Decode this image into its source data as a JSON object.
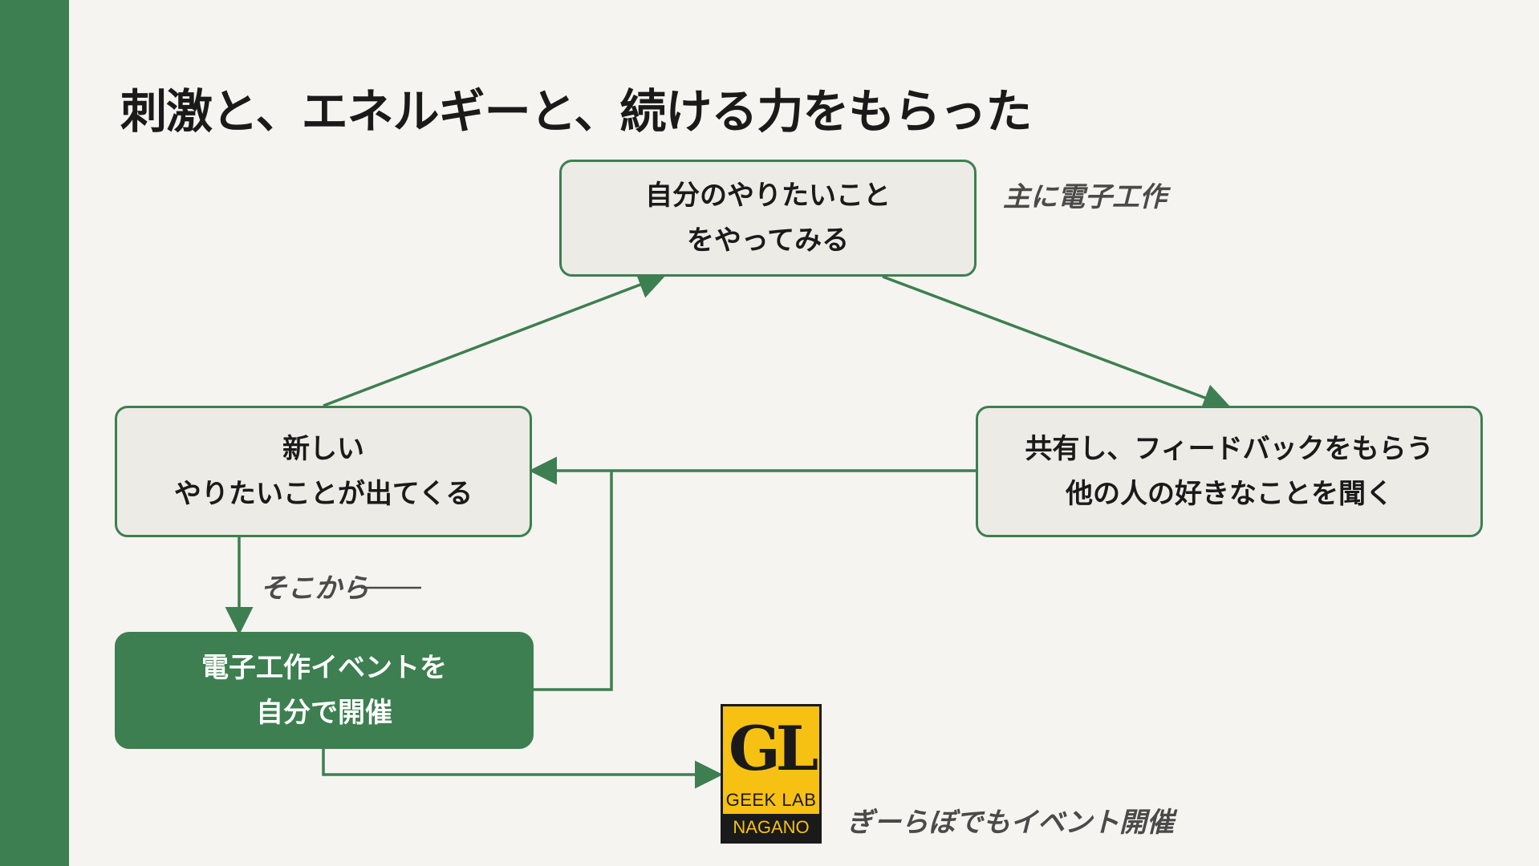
{
  "title": "刺激と、エネルギーと、続ける力をもらった",
  "nodes": {
    "top": [
      "自分のやりたいこと",
      "をやってみる"
    ],
    "left": [
      "新しい",
      "やりたいことが出てくる"
    ],
    "right": [
      "共有し、フィードバックをもらう",
      "他の人の好きなことを聞く"
    ],
    "event": [
      "電子工作イベントを",
      "自分で開催"
    ]
  },
  "notes": {
    "top": "主に電子工作",
    "from": "そこから――",
    "bottom": "ぎーらぼでもイベント開催"
  },
  "logo": {
    "mark": "GL",
    "line1": "GEEK LAB",
    "line2": "NAGANO"
  },
  "colors": {
    "accent": "#3d7f50",
    "background": "#f5f4f0",
    "node_fill": "#ecebe6",
    "logo_yellow": "#f6c113"
  }
}
